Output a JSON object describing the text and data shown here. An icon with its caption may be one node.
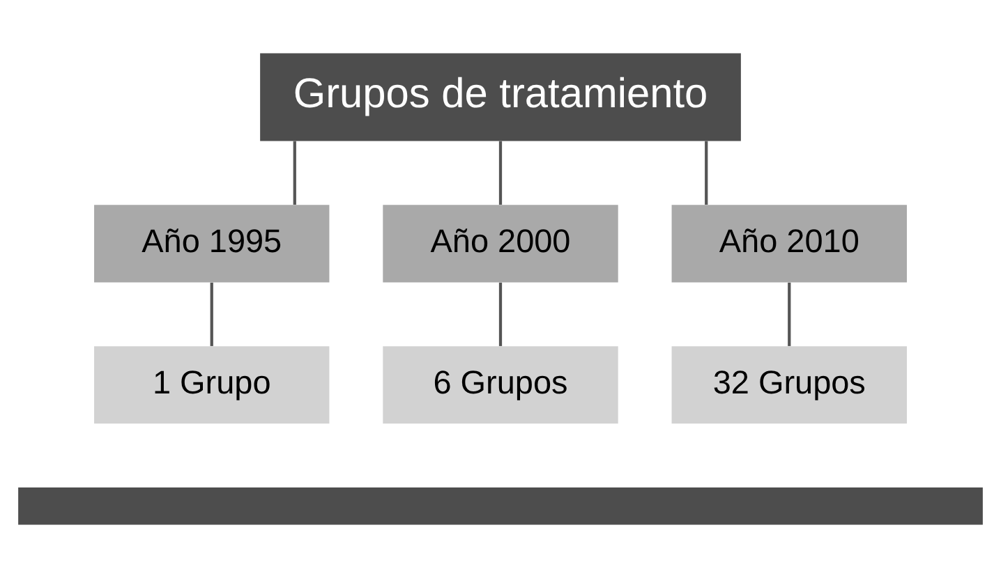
{
  "diagram": {
    "nodes": [
      {
        "text": [
          "Grupos de tratamiento"
        ]
      },
      {
        "text": [
          "Año 1995"
        ]
      },
      {
        "text": [
          "Año 2000"
        ]
      },
      {
        "text": [
          "Año 2010"
        ]
      },
      {
        "text": [
          "1 Grupo"
        ]
      },
      {
        "text": [
          "6 Grupos"
        ]
      },
      {
        "text": [
          "32 Grupos"
        ]
      },
      {
        "text": [],
        "shape": "bar"
      }
    ],
    "edges": [
      {
        "from": 0,
        "to": 1,
        "arrow": "none"
      },
      {
        "from": 0,
        "to": 2,
        "arrow": "none"
      },
      {
        "from": 0,
        "to": 3,
        "arrow": "none"
      },
      {
        "from": 1,
        "to": 4,
        "arrow": "none"
      },
      {
        "from": 2,
        "to": 5,
        "arrow": "none"
      },
      {
        "from": 3,
        "to": 6,
        "arrow": "none"
      }
    ]
  }
}
